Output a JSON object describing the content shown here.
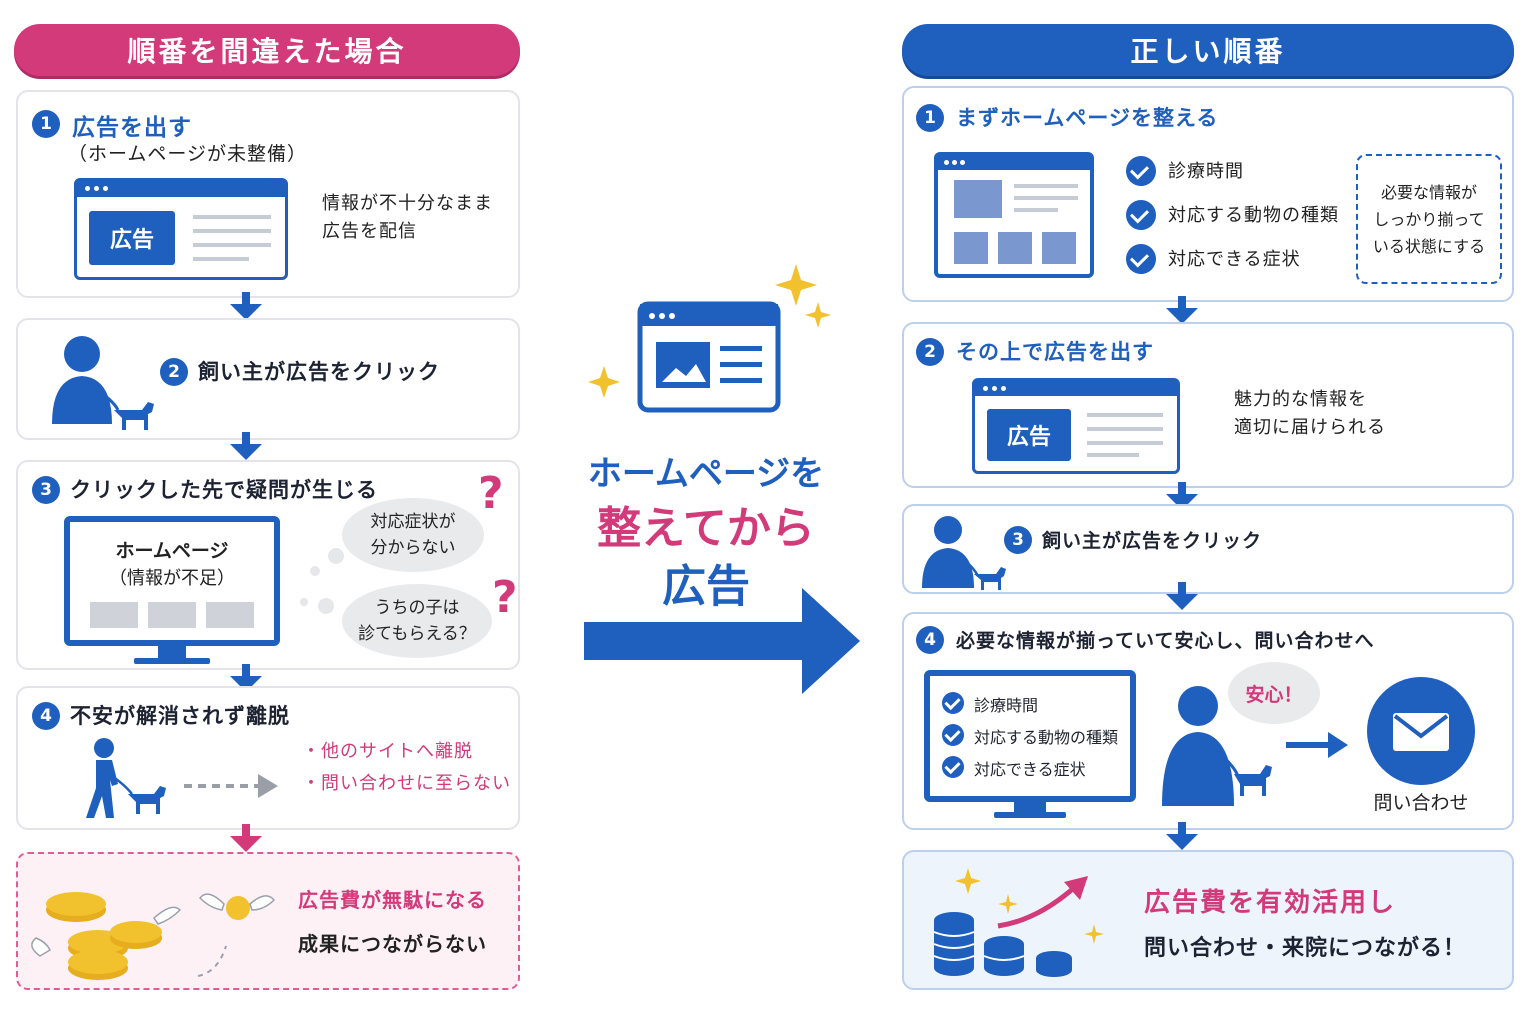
{
  "left": {
    "header": "順番を間違えた場合",
    "step1": {
      "num": "1",
      "title": "広告を出す",
      "subtitle": "（ホームページが未整備）",
      "ad_label": "広告",
      "note_line1": "情報が不十分なまま",
      "note_line2": "広告を配信"
    },
    "step2": {
      "num": "2",
      "title": "飼い主が広告をクリック"
    },
    "step3": {
      "num": "3",
      "title": "クリックした先で疑問が生じる",
      "monitor_line1": "ホームページ",
      "monitor_line2": "（情報が不足）",
      "bubble1_line1": "対応症状が",
      "bubble1_line2": "分からない",
      "bubble2_line1": "うちの子は",
      "bubble2_line2": "診てもらえる？",
      "question_mark": "?"
    },
    "step4": {
      "num": "4",
      "title": "不安が解消されず離脱",
      "bullet1": "・他のサイトへ離脱",
      "bullet2": "・問い合わせに至らない"
    },
    "result": {
      "line1": "広告費が無駄になる",
      "line2": "成果につながらない"
    }
  },
  "center": {
    "line1": "ホームページを",
    "line2": "整えてから",
    "line3": "広告"
  },
  "right": {
    "header": "正しい順番",
    "step1": {
      "num": "1",
      "title": "まずホームページを整える",
      "checks": [
        "診療時間",
        "対応する動物の種類",
        "対応できる症状"
      ],
      "note_line1": "必要な情報が",
      "note_line2": "しっかり揃って",
      "note_line3": "いる状態にする"
    },
    "step2": {
      "num": "2",
      "title": "その上で広告を出す",
      "ad_label": "広告",
      "note_line1": "魅力的な情報を",
      "note_line2": "適切に届けられる"
    },
    "step3": {
      "num": "3",
      "title": "飼い主が広告をクリック"
    },
    "step4": {
      "num": "4",
      "title": "必要な情報が揃っていて安心し、問い合わせへ",
      "checks": [
        "診療時間",
        "対応する動物の種類",
        "対応できる症状"
      ],
      "bubble": "安心！",
      "contact": "問い合わせ"
    },
    "result": {
      "line1": "広告費を有効活用し",
      "line2": "問い合わせ・来院につながる！"
    }
  },
  "colors": {
    "pink": "#d23a7a",
    "blue": "#1f5fbd",
    "gold": "#f2c12e"
  }
}
